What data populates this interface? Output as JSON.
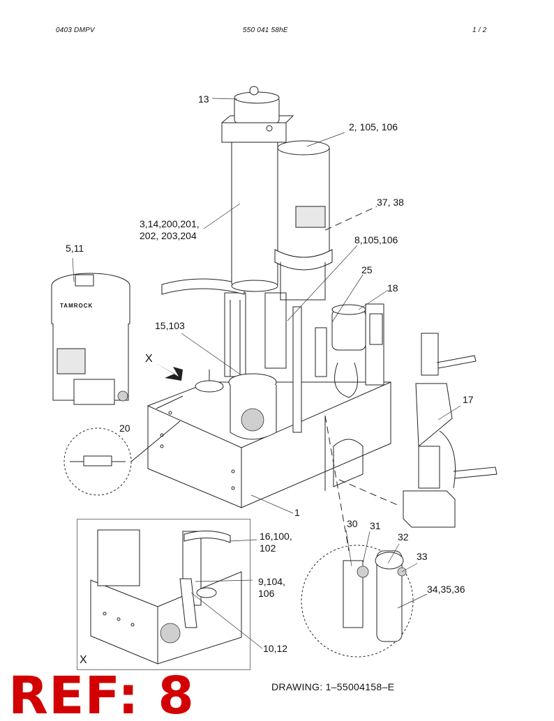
{
  "header": {
    "left": "0403  DMPV",
    "center": "550 041 58hE",
    "right": "1 /  2"
  },
  "labels": {
    "l13": "13",
    "l2_105_106": "2, 105, 106",
    "l37_38": "37, 38",
    "l3_14_200": "3,14,200,201,\n202, 203,204",
    "l8_105_106": "8,105,106",
    "l5_11": "5,11",
    "l25": "25",
    "l18": "18",
    "l15_103": "15,103",
    "lX_arrow": "X",
    "l17": "17",
    "l20": "20",
    "l1": "1",
    "l30": "30",
    "l31": "31",
    "l32": "32",
    "l33": "33",
    "l16_100_102": "16,100,\n102",
    "l9_104_106": "9,104,\n106",
    "l34_35_36": "34,35,36",
    "l10_12": "10,12",
    "lX_view": "X"
  },
  "brand_on_tank": "TAMROCK",
  "drawing_ref": "DRAWING: 1–55004158–E",
  "ref_stamp": "REF: 8",
  "colors": {
    "ref_stamp": "#d20000",
    "line_art": "#222222"
  }
}
